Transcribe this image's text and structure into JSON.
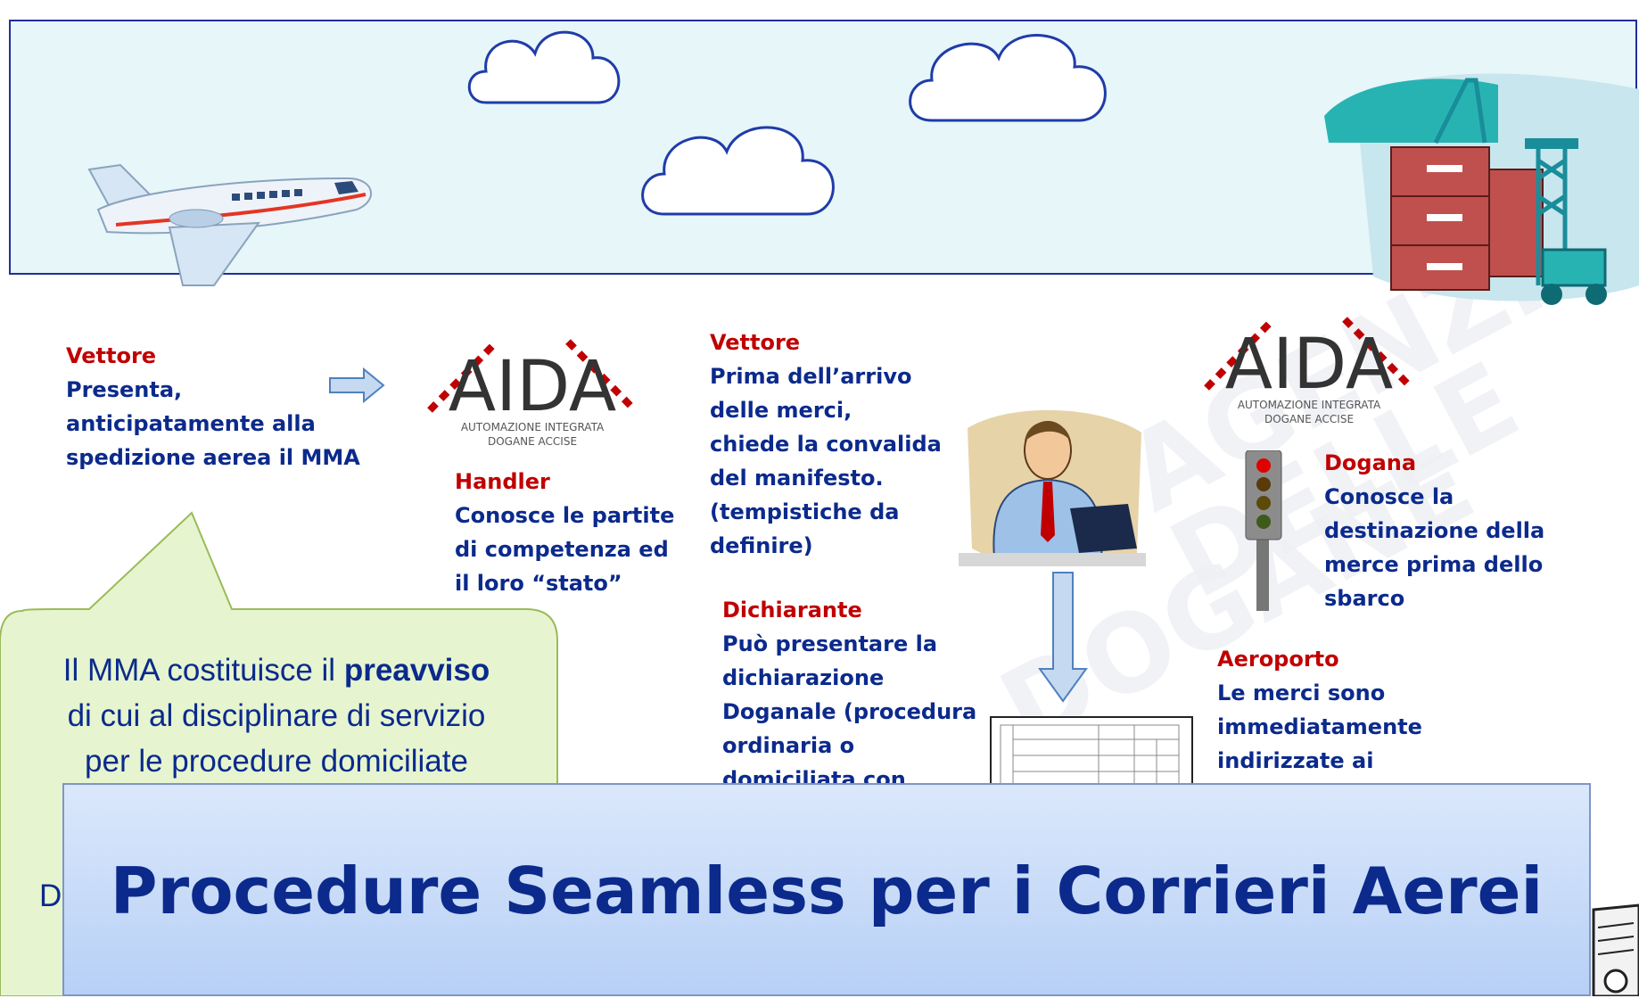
{
  "banner": {
    "icons": [
      "airplane-icon",
      "cloud-icon",
      "cloud-icon",
      "cloud-icon",
      "port-icon"
    ]
  },
  "step1": {
    "role": "Vettore",
    "lines": [
      "Presenta,",
      "anticipatamente alla",
      "spedizione aerea il MMA"
    ]
  },
  "aida_logo": {
    "letters": "AIDA",
    "line1": "AUTOMAZIONE INTEGRATA",
    "line2": "DOGANE ACCISE"
  },
  "step2": {
    "role": "Handler",
    "lines": [
      "Conosce le partite",
      "di competenza ed",
      "il loro “stato”"
    ]
  },
  "step3": {
    "role": "Vettore",
    "lines": [
      "Prima  dell’arrivo",
      "delle merci,",
      "chiede la convalida",
      "del manifesto.",
      "(tempistiche da",
      "definire)"
    ]
  },
  "step4": {
    "role": "Dichiarante",
    "lines": [
      "Può presentare la",
      "dichiarazione",
      "Doganale (procedura",
      "ordinaria o",
      "domiciliata con"
    ]
  },
  "step5": {
    "role": "Dogana",
    "lines": [
      "Conosce la",
      "destinazione della",
      "merce prima dello",
      "sbarco"
    ]
  },
  "step6": {
    "role": "Aeroporto",
    "lines": [
      "Le merci sono",
      "immediatamente",
      "indirizzate ai"
    ]
  },
  "callout": {
    "line1": "Il MMA costituisce il ",
    "bold": "preavviso",
    "line2": "di cui al disciplinare di servizio",
    "line3": "per le procedure domiciliate",
    "partial": "D"
  },
  "title": "Procedure Seamless per i Corrieri Aerei",
  "watermark": [
    "AGENZIA",
    "DELLE",
    "DOGANE"
  ]
}
